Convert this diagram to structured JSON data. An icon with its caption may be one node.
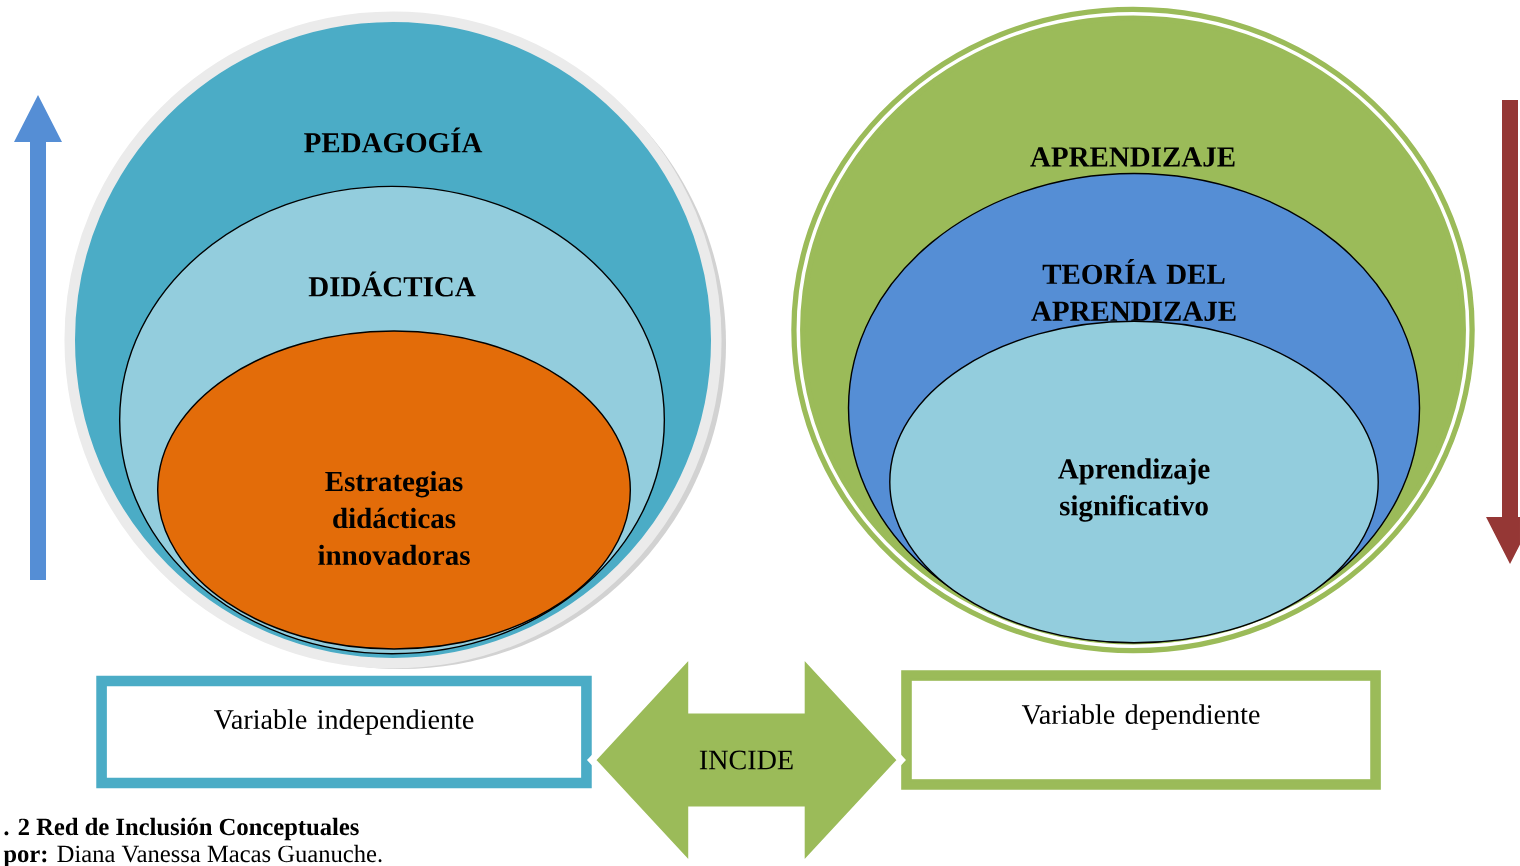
{
  "diagram": {
    "nodes": [
      {
        "text": [
          "PEDAGOGÍA"
        ]
      },
      {
        "text": [
          "DIDÁCTICA"
        ],
        "in": 0
      },
      {
        "text": [
          "Estrategias didácticas innovadoras"
        ],
        "in": 1
      },
      {
        "text": [
          "APRENDIZAJE"
        ]
      },
      {
        "text": [
          "TEORÍA DEL APRENDIZAJE"
        ],
        "in": 3
      },
      {
        "text": [
          "Aprendizaje significativo"
        ],
        "in": 4
      },
      {
        "text": [
          "Variable independiente"
        ]
      },
      {
        "text": [
          "Variable dependiente"
        ]
      }
    ],
    "edges": [
      {
        "from": 6,
        "to": 7,
        "arrow": "both",
        "label": "INCIDE"
      }
    ],
    "labels": [
      ". 2 Red de Inclusión Conceptuales",
      "**por:** Diana Vanessa Macas Guanuche."
    ]
  }
}
